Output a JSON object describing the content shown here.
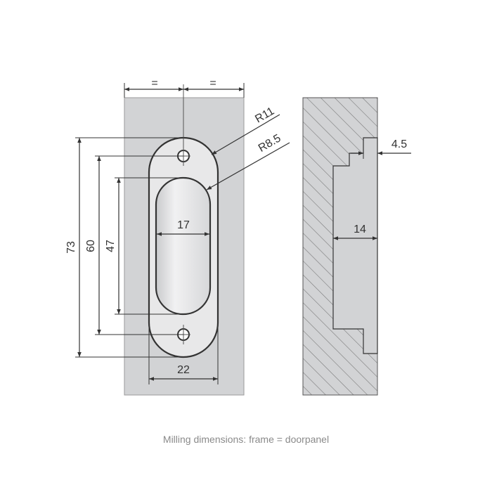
{
  "caption": "Milling dimensions: frame = doorpanel",
  "front_view": {
    "equal_left": "=",
    "equal_right": "=",
    "radius_outer": "R11",
    "radius_inner": "R8.5",
    "height_overall": "73",
    "height_holes": "60",
    "height_inner": "47",
    "width_inner": "17",
    "width_outer": "22"
  },
  "section_view": {
    "depth_step": "4.5",
    "depth_main": "14"
  },
  "colors": {
    "plate": "#d2d3d5",
    "line": "#333333",
    "caption": "#8a8a8a",
    "hatch": "#7a7a7a"
  }
}
